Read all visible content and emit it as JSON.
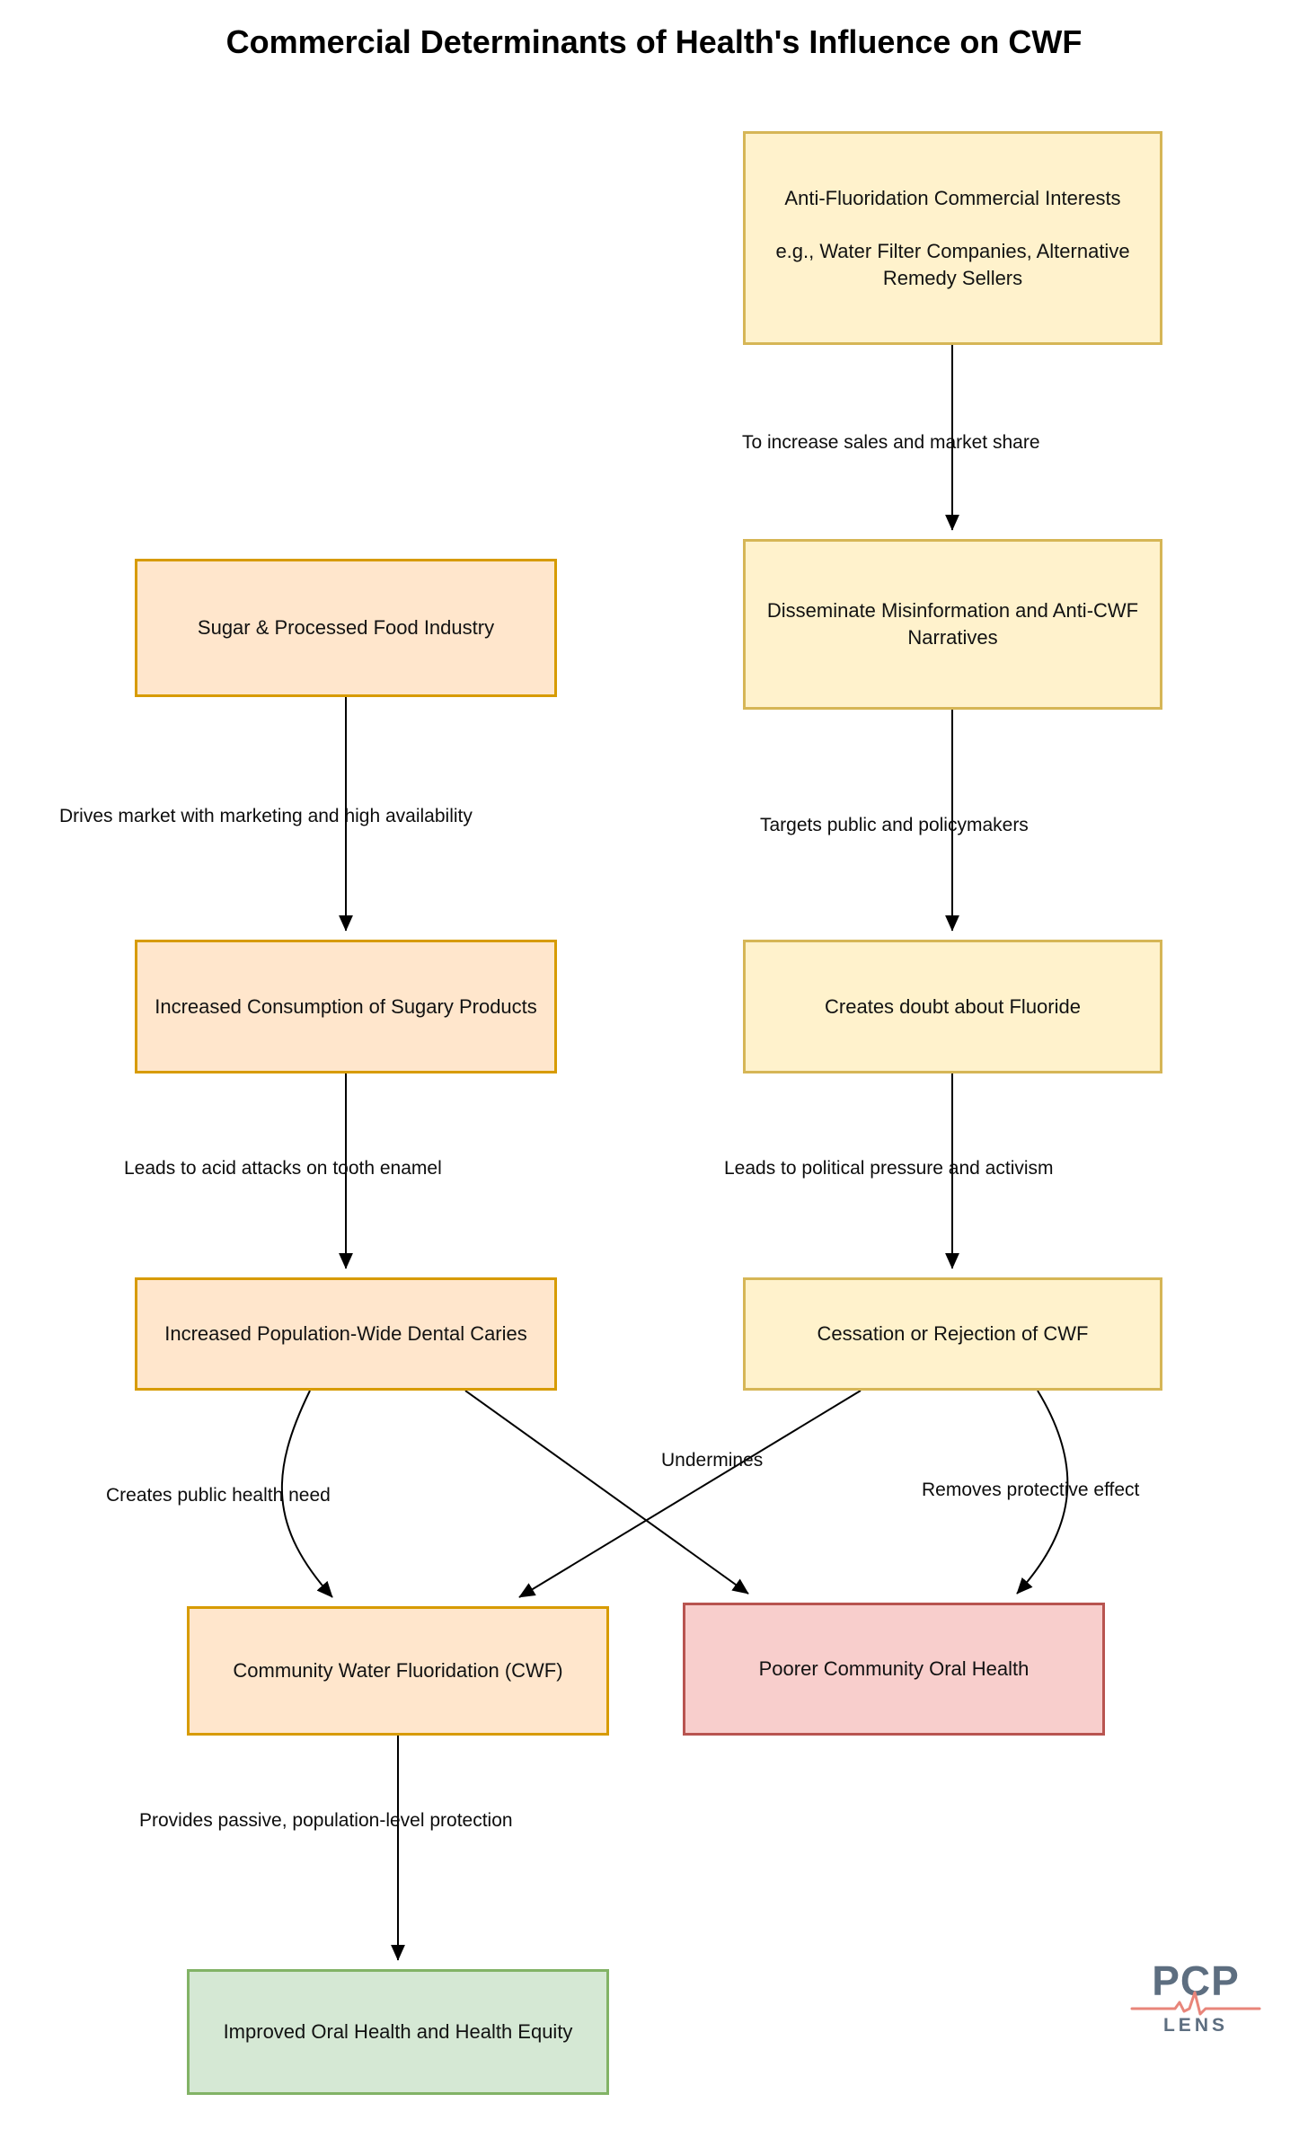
{
  "title": "Commercial Determinants of Health's Influence on CWF",
  "colors": {
    "yellow_fill": "#fff2cc",
    "yellow_border": "#d6b656",
    "orange_fill": "#ffe6cc",
    "orange_border": "#d79b00",
    "red_fill": "#f8cecc",
    "red_border": "#b85450",
    "green_fill": "#d5e8d4",
    "green_border": "#82b366",
    "edge_stroke": "#000000",
    "logo_text": "#5d6e80",
    "logo_ekg": "#e8857a"
  },
  "nodes": [
    {
      "id": "anti_fluoridation",
      "label": "Anti-Fluoridation Commercial Interests\n\ne.g., Water Filter Companies, Alternative Remedy Sellers",
      "style": "yellow"
    },
    {
      "id": "sugar_industry",
      "label": "Sugar & Processed Food Industry",
      "style": "orange"
    },
    {
      "id": "misinformation",
      "label": "Disseminate Misinformation and Anti-CWF Narratives",
      "style": "yellow"
    },
    {
      "id": "sugary_consumption",
      "label": "Increased Consumption of Sugary Products",
      "style": "orange"
    },
    {
      "id": "doubt_fluoride",
      "label": "Creates doubt about Fluoride",
      "style": "yellow"
    },
    {
      "id": "dental_caries",
      "label": "Increased Population-Wide Dental Caries",
      "style": "orange"
    },
    {
      "id": "cessation_cwf",
      "label": "Cessation or Rejection of CWF",
      "style": "yellow"
    },
    {
      "id": "cwf",
      "label": "Community Water Fluoridation (CWF)",
      "style": "orange"
    },
    {
      "id": "poorer_oral_health",
      "label": "Poorer Community Oral Health",
      "style": "red"
    },
    {
      "id": "improved_oral_health",
      "label": "Improved Oral Health and Health Equity",
      "style": "green"
    }
  ],
  "edges": [
    {
      "id": "e1",
      "from": "anti_fluoridation",
      "to": "misinformation",
      "label": "To increase sales and market share"
    },
    {
      "id": "e2",
      "from": "sugar_industry",
      "to": "sugary_consumption",
      "label": "Drives market with marketing and high availability"
    },
    {
      "id": "e3",
      "from": "misinformation",
      "to": "doubt_fluoride",
      "label": "Targets public and policymakers"
    },
    {
      "id": "e4",
      "from": "sugary_consumption",
      "to": "dental_caries",
      "label": "Leads to acid attacks on tooth enamel"
    },
    {
      "id": "e5",
      "from": "doubt_fluoride",
      "to": "cessation_cwf",
      "label": "Leads to political pressure and activism"
    },
    {
      "id": "e6",
      "from": "dental_caries",
      "to": "cwf",
      "label": "Creates public health need"
    },
    {
      "id": "e7",
      "from": "dental_caries",
      "to": "poorer_oral_health",
      "label": ""
    },
    {
      "id": "e8",
      "from": "cessation_cwf",
      "to": "cwf",
      "label": "Undermines"
    },
    {
      "id": "e9",
      "from": "cessation_cwf",
      "to": "poorer_oral_health",
      "label": "Removes protective effect"
    },
    {
      "id": "e10",
      "from": "cwf",
      "to": "improved_oral_health",
      "label": "Provides passive, population-level protection"
    }
  ],
  "logo": {
    "primary": "PCP",
    "secondary": "LENS"
  }
}
